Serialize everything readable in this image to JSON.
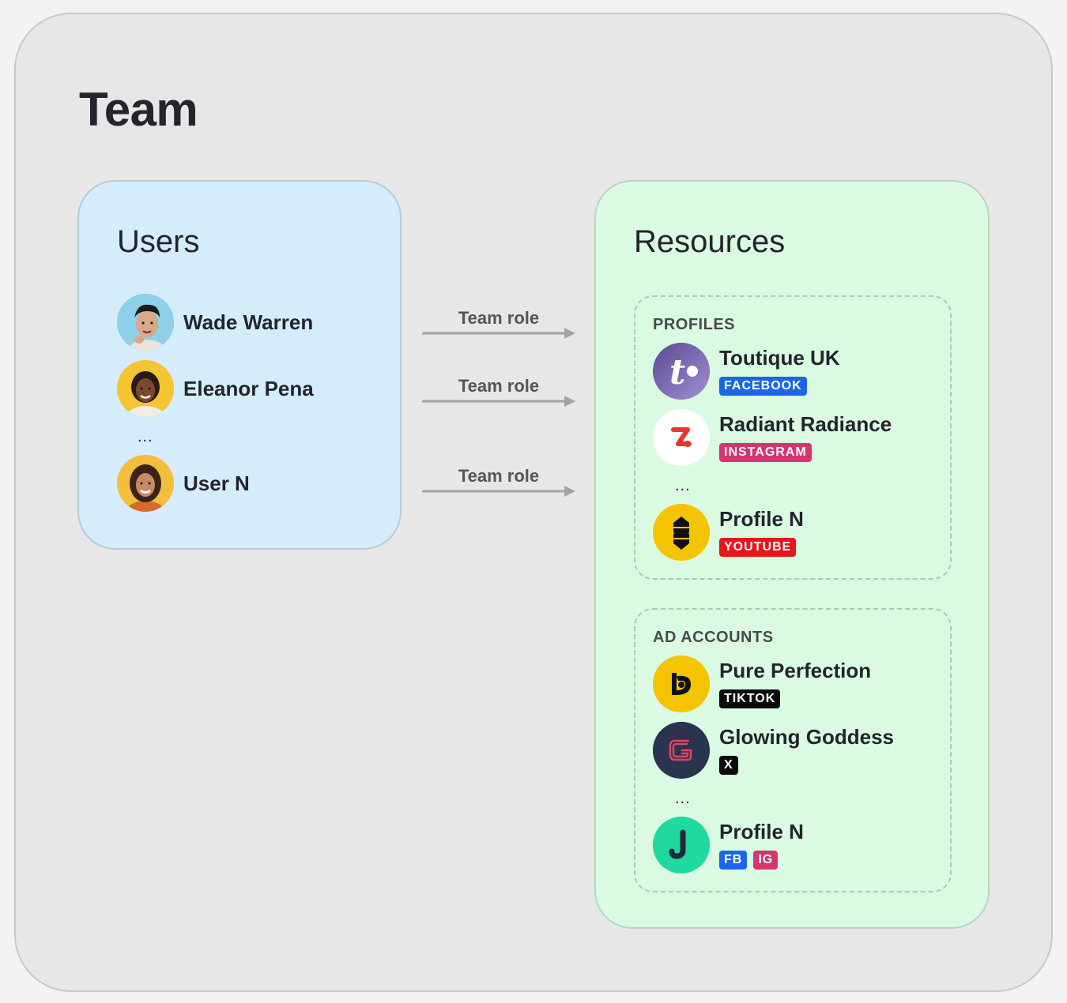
{
  "title": "Team",
  "users": {
    "title": "Users",
    "items": [
      {
        "name": "Wade Warren"
      },
      {
        "name": "Eleanor Pena"
      },
      {
        "name": "User N"
      }
    ],
    "ellipsis": "..."
  },
  "edges": [
    {
      "label": "Team role"
    },
    {
      "label": "Team role"
    },
    {
      "label": "Team role"
    }
  ],
  "resources": {
    "title": "Resources",
    "profiles": {
      "title": "PROFILES",
      "items": [
        {
          "name": "Toutique UK",
          "badges": [
            {
              "text": "FACEBOOK",
              "color": "#1a66e8"
            }
          ],
          "logo": "toutique-logo-icon"
        },
        {
          "name": "Radiant Radiance",
          "badges": [
            {
              "text": "INSTAGRAM",
              "color": "#d7336f"
            }
          ],
          "logo": "radiant-logo-icon"
        },
        {
          "name": "Profile N",
          "badges": [
            {
              "text": "YOUTUBE",
              "color": "#e6161b"
            }
          ],
          "logo": "profile-n-logo-icon"
        }
      ],
      "ellipsis": "..."
    },
    "ad_accounts": {
      "title": "AD ACCOUNTS",
      "items": [
        {
          "name": "Pure Perfection",
          "badges": [
            {
              "text": "TIKTOK",
              "color": "#0b0b0b"
            }
          ],
          "logo": "pure-perfection-logo-icon"
        },
        {
          "name": "Glowing Goddess",
          "badges": [
            {
              "text": "X",
              "color": "#0b0b0b"
            }
          ],
          "logo": "glowing-goddess-logo-icon"
        },
        {
          "name": "Profile N",
          "badges": [
            {
              "text": "FB",
              "color": "#1a66e8"
            },
            {
              "text": "IG",
              "color": "#d7336f"
            }
          ],
          "logo": "profile-n-ad-logo-icon"
        }
      ],
      "ellipsis": "..."
    }
  }
}
